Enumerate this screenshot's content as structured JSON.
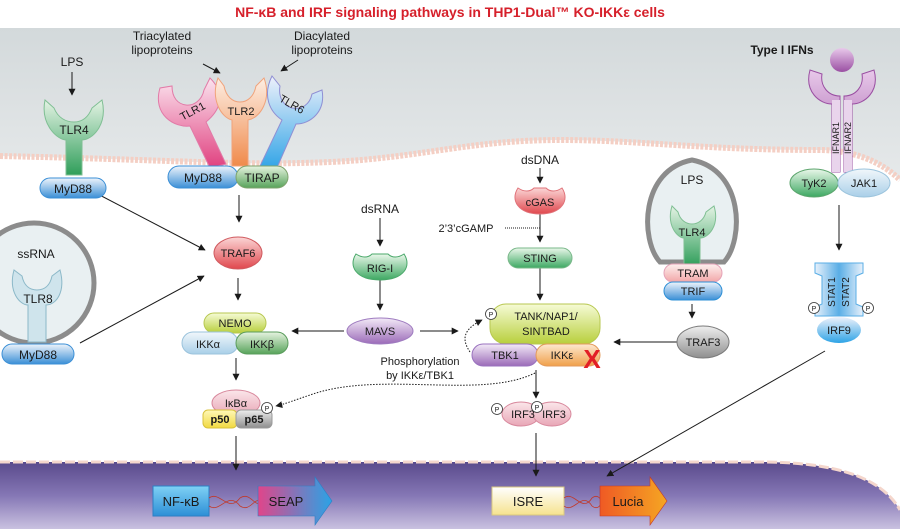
{
  "title": "NF-κB and IRF signaling pathways in THP1-Dual™ KO-IKKε cells",
  "colors": {
    "title": "#d6202b",
    "extracellular": "#dfe3e4",
    "membrane": "#f4cfc4",
    "nucleus": "#6c5a9e",
    "knockout_x": "#e21f26"
  },
  "ligands": {
    "lps_left": "LPS",
    "triacylated": "Triacylated lipoproteins",
    "triacylated_l1": "Triacylated",
    "triacylated_l2": "lipoproteins",
    "diacylated_l1": "Diacylated",
    "diacylated_l2": "lipoproteins",
    "ssrna": "ssRNA",
    "dsrna": "dsRNA",
    "dsdna": "dsDNA",
    "cgamp": "2’3’cGAMP",
    "lps_endosome": "LPS",
    "type1_ifns": "Type I IFNs"
  },
  "receptors": {
    "tlr4_surface": "TLR4",
    "tlr1": "TLR1",
    "tlr2": "TLR2",
    "tlr6": "TLR6",
    "tlr8": "TLR8",
    "tlr4_endosome": "TLR4",
    "ifnar1": "IFNAR1",
    "ifnar2": "IFNAR2"
  },
  "adaptors": {
    "myd88_tlr4": "MyD88",
    "myd88_tlr2": "MyD88",
    "tirap": "TIRAP",
    "myd88_tlr8": "MyD88",
    "tram": "TRAM",
    "trif": "TRIF",
    "tyk2": "TyK2",
    "jak1": "JAK1"
  },
  "nodes": {
    "traf6": "TRAF6",
    "nemo": "NEMO",
    "ikka": "IKKα",
    "ikkb": "IKKβ",
    "rigi": "RIG-I",
    "mavs": "MAVS",
    "cgas": "cGAS",
    "sting": "STING",
    "tank_l1": "TANK/NAP1/",
    "tank_l2": "SINTBAD",
    "tbk1": "TBK1",
    "ikke": "IKKε",
    "traf3": "TRAF3",
    "ikba": "IκBα",
    "p50": "p50",
    "p65": "p65",
    "irf3a": "IRF3",
    "irf3b": "IRF3",
    "stat1": "STAT1",
    "stat2": "STAT2",
    "irf9": "IRF9",
    "phospho": "P"
  },
  "annotations": {
    "phospho_l1": "Phosphorylation",
    "phospho_l2": "by IKKε/TBK1",
    "knockout_mark": "X"
  },
  "reporters": {
    "nfkb": "NF-κB",
    "seap": "SEAP",
    "isre": "ISRE",
    "lucia": "Lucia"
  }
}
